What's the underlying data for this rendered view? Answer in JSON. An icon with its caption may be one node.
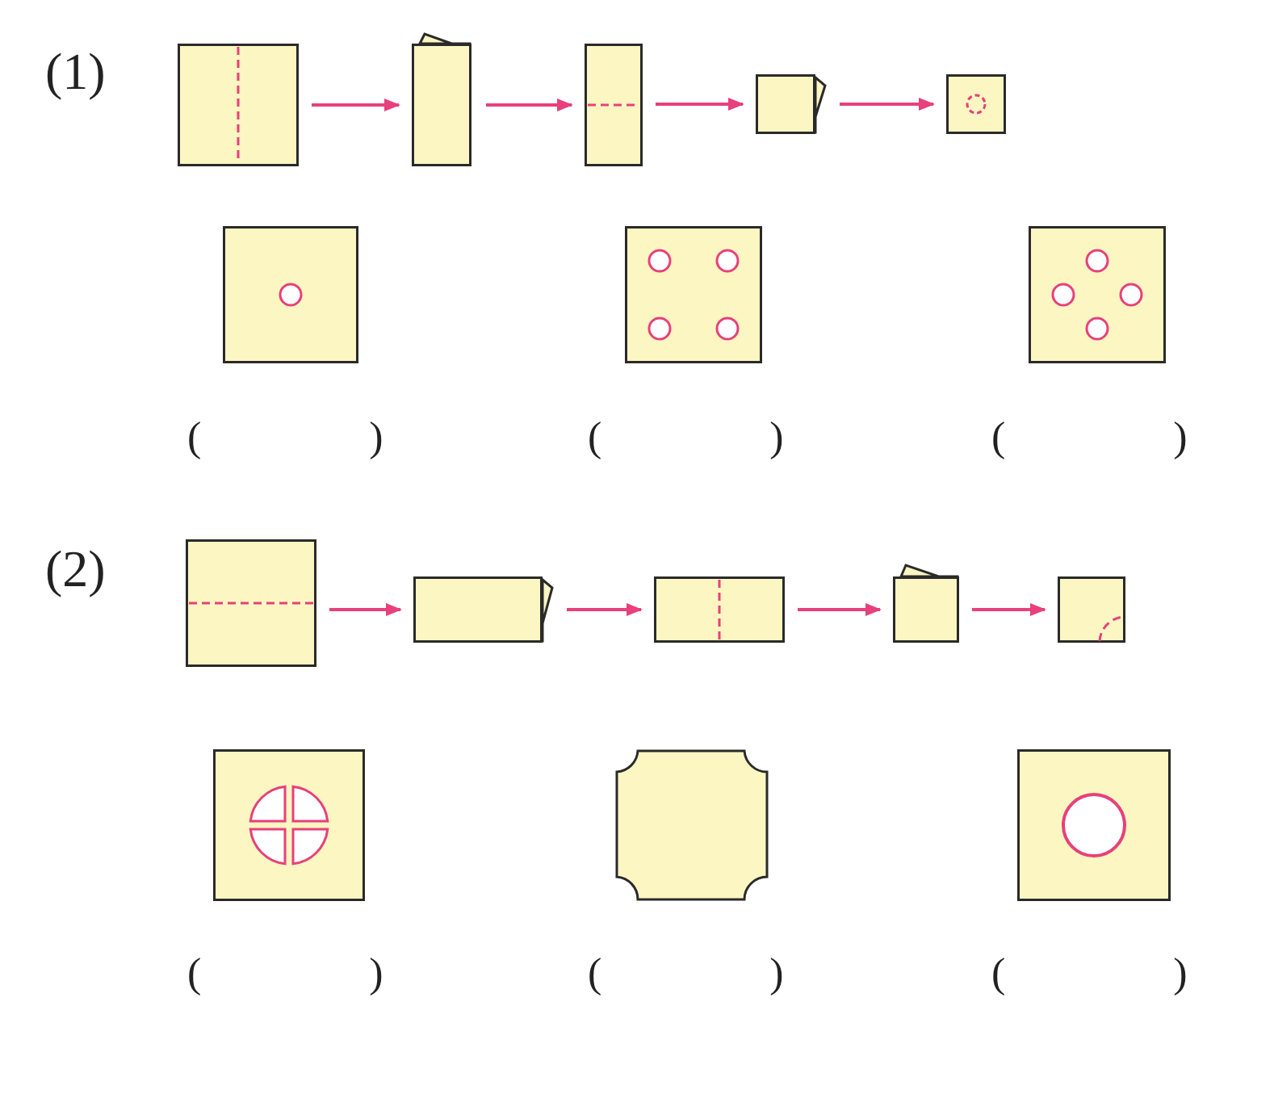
{
  "diagram": {
    "nodes": [
      {
        "text": [],
        "shape": "box"
      },
      {
        "text": [],
        "shape": "box"
      },
      {
        "text": [],
        "shape": "box"
      },
      {
        "text": [],
        "shape": "box"
      },
      {
        "text": [],
        "shape": "box"
      },
      {
        "text": [],
        "shape": "box"
      },
      {
        "text": [],
        "shape": "box"
      },
      {
        "text": [],
        "shape": "box"
      },
      {
        "text": [],
        "shape": "box"
      },
      {
        "text": [],
        "shape": "box"
      },
      {
        "text": [],
        "shape": "box"
      },
      {
        "text": [],
        "shape": "box"
      },
      {
        "text": [],
        "shape": "box"
      },
      {
        "text": [],
        "shape": "box"
      },
      {
        "text": [],
        "shape": "box"
      },
      {
        "text": [],
        "shape": "box"
      }
    ],
    "edges": [
      {
        "from": 0,
        "to": 1,
        "arrow": "to"
      },
      {
        "from": 1,
        "to": 2,
        "arrow": "to"
      },
      {
        "from": 2,
        "to": 3,
        "arrow": "to"
      },
      {
        "from": 3,
        "to": 4,
        "arrow": "to"
      },
      {
        "from": 8,
        "to": 9,
        "arrow": "to"
      },
      {
        "from": 9,
        "to": 10,
        "arrow": "to"
      },
      {
        "from": 10,
        "to": 11,
        "arrow": "to"
      },
      {
        "from": 11,
        "to": 12,
        "arrow": "to"
      }
    ],
    "labels": [
      "(1)",
      "(2)",
      "(　　　　)",
      "(　　　　)",
      "(　　　　)",
      "(　　　　)",
      "(　　　　)",
      "(　　　　)"
    ]
  }
}
